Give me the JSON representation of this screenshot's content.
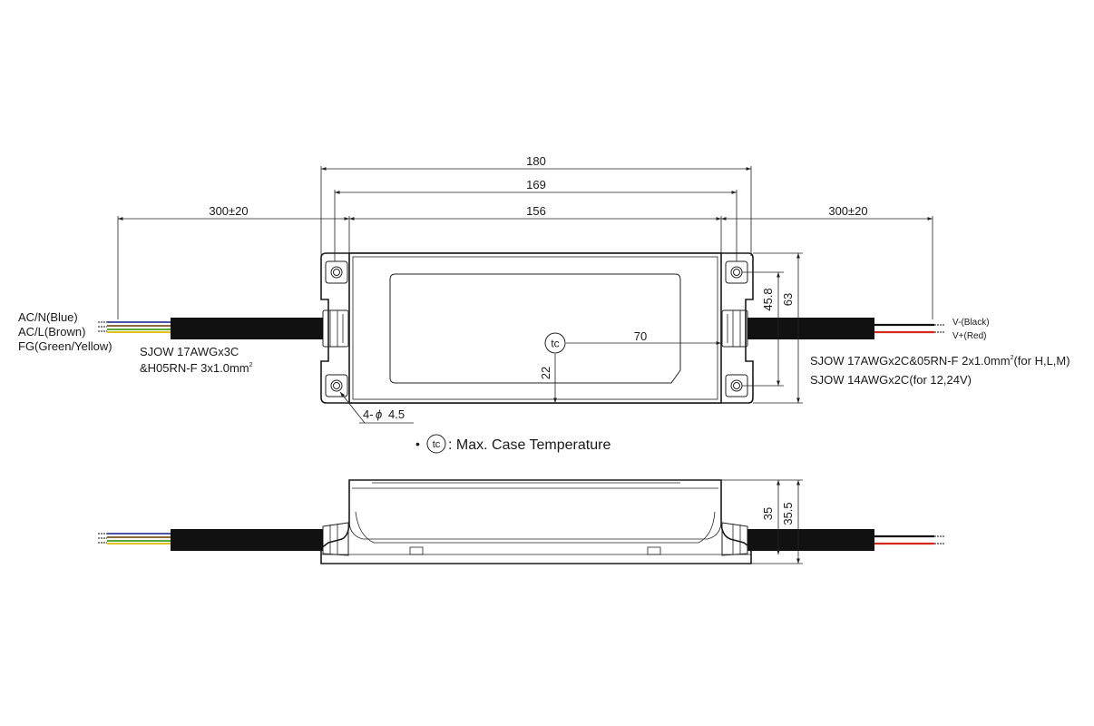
{
  "dimensions": {
    "overall_length": "180",
    "mount_spacing": "169",
    "body_length": "156",
    "left_cable": "300±20",
    "right_cable": "300±20",
    "hole_spacing": "45.8",
    "width": "63",
    "tc_x": "70",
    "tc_y": "22",
    "holes": "4-",
    "hole_diameter": "4.5",
    "height": "35",
    "height_total": "35.5"
  },
  "input_wires": {
    "n": "AC/N(Blue)",
    "l": "AC/L(Brown)",
    "fg": "FG(Green/Yellow)",
    "cable_line1": "SJOW 17AWGx3C",
    "cable_line2": "&H05RN-F 3x1.0mm",
    "cable_sup": "2"
  },
  "output_wires": {
    "neg": "V-(Black)",
    "pos": "V+(Red)",
    "cable_line1": "SJOW 17AWGx2C&05RN-F 2x1.0mm",
    "cable_sup": "2",
    "cable_suffix": "(for H,L,M)",
    "cable_line2": "SJOW 14AWGx2C(for 12,24V)"
  },
  "legend": {
    "bullet": "•",
    "tc_symbol": "tc",
    "text": ": Max. Case Temperature"
  },
  "colors": {
    "wire_blue": "#4a55a8",
    "wire_brown": "#8a6a3c",
    "wire_green": "#56a83c",
    "wire_yellow": "#e0c020",
    "wire_black": "#111111",
    "wire_red": "#d42a1e"
  }
}
